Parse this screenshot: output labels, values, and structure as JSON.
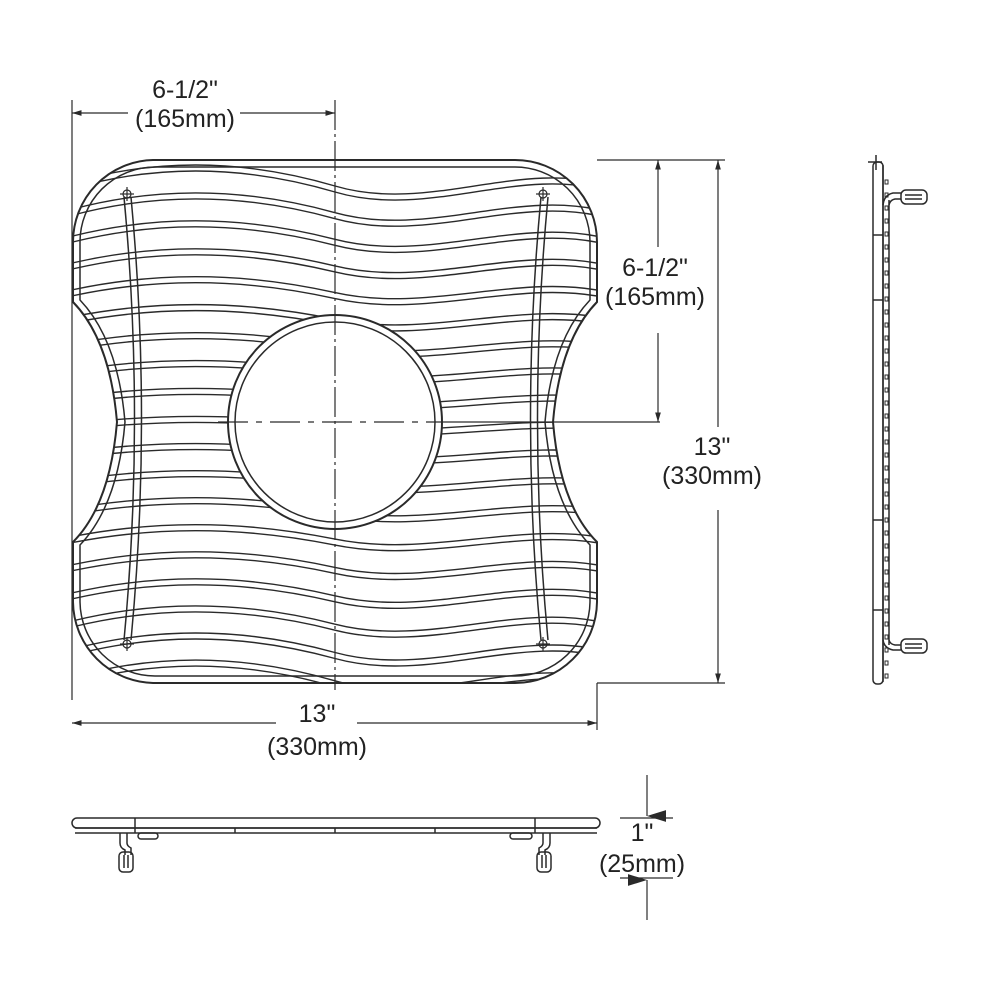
{
  "drawing": {
    "subject": "sink bottom grid with center drain opening",
    "line_color": "#2a2a2a",
    "background": "#ffffff",
    "views": [
      "top-view",
      "front-view",
      "side-view"
    ]
  },
  "dimensions": {
    "top_half_width": {
      "imperial": "6-1/2\"",
      "metric": "(165mm)"
    },
    "right_half_height": {
      "imperial": "6-1/2\"",
      "metric": "(165mm)"
    },
    "overall_height": {
      "imperial": "13\"",
      "metric": "(330mm)"
    },
    "overall_width": {
      "imperial": "13\"",
      "metric": "(330mm)"
    },
    "foot_height": {
      "imperial": "1\"",
      "metric": "(25mm)"
    }
  }
}
